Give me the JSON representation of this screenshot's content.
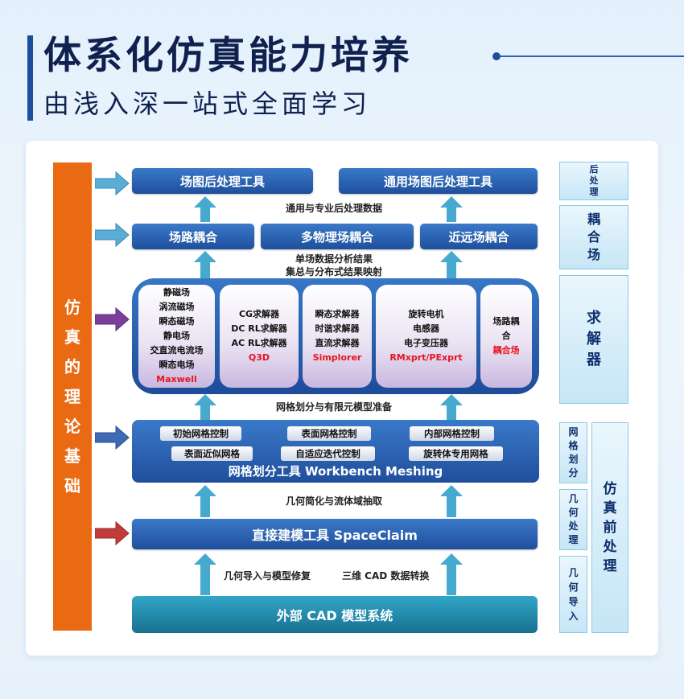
{
  "header": {
    "title": "体系化仿真能力培养",
    "subtitle": "由浅入深一站式全面学习"
  },
  "theory": {
    "chars": [
      "仿",
      "真",
      "的",
      "理",
      "论",
      "基",
      "础"
    ]
  },
  "postproc": {
    "left": "场图后处理工具",
    "right": "通用场图后处理工具",
    "flow_label": "通用与专业后处理数据"
  },
  "coupling": {
    "left": "场路耦合",
    "center": "多物理场耦合",
    "right": "近远场耦合",
    "flow_label_1": "单场数据分析结果",
    "flow_label_2": "集总与分布式结果映射"
  },
  "solvers": [
    {
      "lines": [
        "静磁场",
        "涡流磁场",
        "瞬态磁场",
        "静电场",
        "交直流电流场",
        "瞬态电场"
      ],
      "product": "Maxwell"
    },
    {
      "lines": [
        "CG求解器",
        "DC RL求解器",
        "AC RL求解器"
      ],
      "product": "Q3D"
    },
    {
      "lines": [
        "瞬态求解器",
        "时谐求解器",
        "直流求解器"
      ],
      "product": "Simplorer"
    },
    {
      "lines": [
        "旋转电机",
        "电感器",
        "电子变压器"
      ],
      "product": "RMxprt/PExprt"
    },
    {
      "lines": [
        "场路耦",
        "合"
      ],
      "product": "耦合场"
    }
  ],
  "mesh": {
    "flow_label": "网格划分与有限元模型准备",
    "row1": [
      "初始网格控制",
      "表面网格控制",
      "内部网格控制"
    ],
    "row2": [
      "表面近似网格",
      "自适应迭代控制",
      "旋转体专用网格"
    ],
    "title": "网格划分工具 Workbench Meshing"
  },
  "geometry": {
    "flow_label": "几何简化与流体域抽取",
    "tool": "直接建模工具 SpaceClaim",
    "left_label": "几何导入与模型修复",
    "right_label": "三维 CAD 数据转换",
    "cad": "外部 CAD 模型系统"
  },
  "sidebar": {
    "postproc": [
      "后",
      "处",
      "理"
    ],
    "coupling": [
      "耦",
      "合",
      "场"
    ],
    "solver": [
      "求",
      "解",
      "器"
    ],
    "mesh": [
      "网",
      "格",
      "划",
      "分"
    ],
    "geo": [
      "几",
      "何",
      "处",
      "理"
    ],
    "import": [
      "几",
      "何",
      "导",
      "入"
    ],
    "pre": [
      "仿",
      "真",
      "前",
      "处",
      "理"
    ]
  },
  "colors": {
    "arrow_postproc": "#5aaed6",
    "arrow_coupling": "#5aaed6",
    "arrow_solver": "#7b3f9a",
    "arrow_mesh": "#3e6bb4",
    "arrow_geometry": "#c23b3b",
    "theory_orange": "#ea6a14",
    "maxwell_red": "#e6141c"
  }
}
